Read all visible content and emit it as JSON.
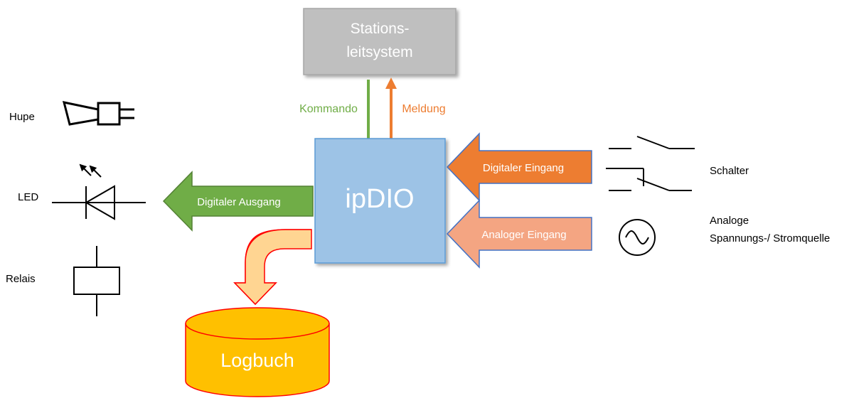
{
  "station": {
    "line1": "Stations-",
    "line2": "leitsystem"
  },
  "kommando": "Kommando",
  "meldung": "Meldung",
  "core": "ipDIO",
  "logbook": "Logbuch",
  "digital_out": "Digitaler Ausgang",
  "digital_in": "Digitaler Eingang",
  "analog_in": "Analoger Eingang",
  "devices_left": {
    "horn": "Hupe",
    "led": "LED",
    "relay": "Relais"
  },
  "devices_right": {
    "switch": "Schalter",
    "analog_line1": "Analoge",
    "analog_line2": "Spannungs-/ Stromquelle"
  },
  "colors": {
    "station_fill": "#bfbfbf",
    "core_fill": "#9dc3e6",
    "core_border": "#5b9bd5",
    "green": "#70ad47",
    "orange": "#ed7d31",
    "orange_light": "#f4a582",
    "log_fill": "#ffc000",
    "log_border": "#ff0000",
    "log_arrow_fill": "#ffd592"
  }
}
